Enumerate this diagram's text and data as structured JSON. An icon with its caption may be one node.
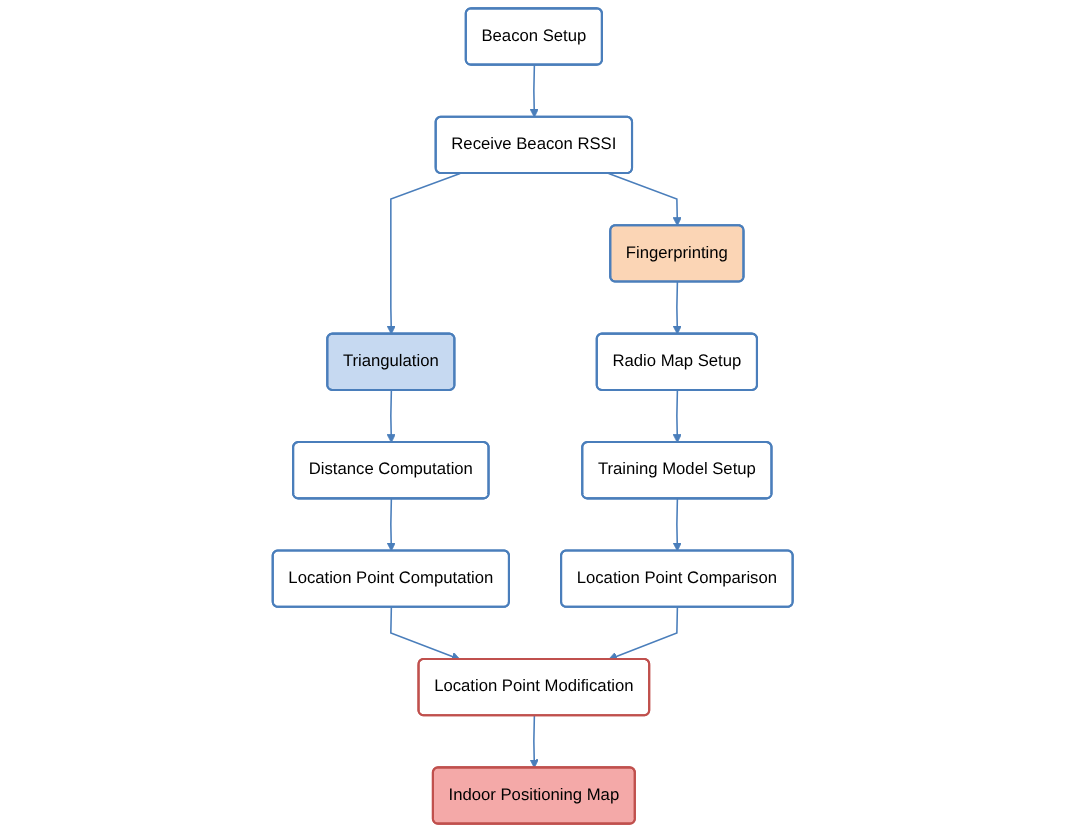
{
  "diagram": {
    "nodes": [
      {
        "text": [
          "Beacon Setup"
        ]
      },
      {
        "text": [
          "Receive Beacon RSSI"
        ]
      },
      {
        "text": [
          "Triangulation"
        ]
      },
      {
        "text": [
          "Fingerprinting"
        ]
      },
      {
        "text": [
          "Distance Computation"
        ]
      },
      {
        "text": [
          "Radio Map Setup"
        ]
      },
      {
        "text": [
          "Location Point Computation"
        ]
      },
      {
        "text": [
          "Location Point Modification"
        ]
      },
      {
        "text": [
          "Training Model Setup"
        ]
      },
      {
        "text": [
          "Location Point Comparison"
        ]
      },
      {
        "text": [
          "Indoor Positioning Map"
        ]
      }
    ],
    "edges": [
      {
        "from": 0,
        "to": 1,
        "arrow": "to"
      },
      {
        "from": 1,
        "to": 2,
        "arrow": "to"
      },
      {
        "from": 1,
        "to": 3,
        "arrow": "to"
      },
      {
        "from": 2,
        "to": 4,
        "arrow": "to"
      },
      {
        "from": 4,
        "to": 6,
        "arrow": "to"
      },
      {
        "from": 6,
        "to": 7,
        "arrow": "to"
      },
      {
        "from": 7,
        "to": 10,
        "arrow": "to"
      },
      {
        "from": 3,
        "to": 5,
        "arrow": "to"
      },
      {
        "from": 5,
        "to": 8,
        "arrow": "to"
      },
      {
        "from": 8,
        "to": 9,
        "arrow": "to"
      },
      {
        "from": 9,
        "to": 7,
        "arrow": "to"
      }
    ]
  }
}
